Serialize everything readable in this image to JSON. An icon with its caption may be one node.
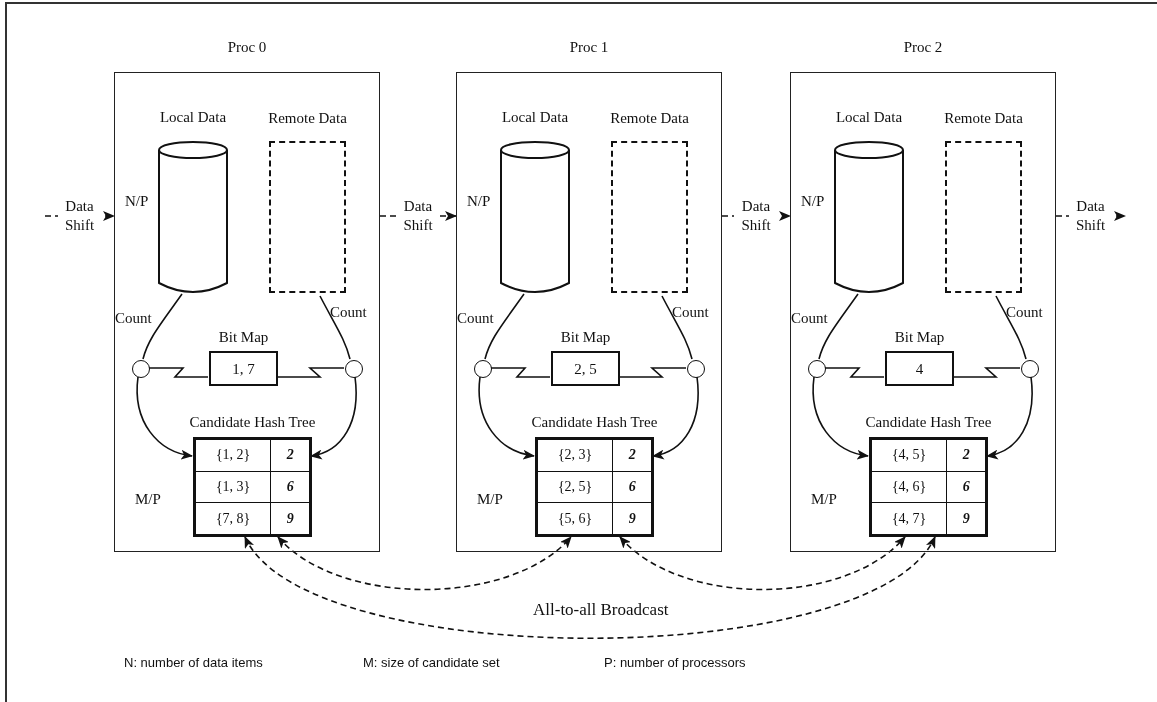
{
  "diagram": {
    "nodes": [
      {
        "text": [
          "Proc 0"
        ]
      },
      {
        "text": [
          "Local Data"
        ],
        "in": 0,
        "beside": [
          "N/P"
        ]
      },
      {
        "text": [
          "Remote Data"
        ],
        "in": 0
      },
      {
        "text": [],
        "shape": "circle",
        "in": 0
      },
      {
        "text": [
          "Bit Map",
          "1, 7"
        ],
        "in": 0
      },
      {
        "text": [],
        "shape": "circle",
        "in": 0
      },
      {
        "text": [
          "Candidate Hash Tree",
          "{1, 2}",
          "2",
          "{1, 3}",
          "6",
          "{7, 8}",
          "9"
        ],
        "in": 0,
        "beside": [
          "M/P"
        ]
      },
      {
        "text": [
          "Proc 1"
        ]
      },
      {
        "text": [
          "Local Data"
        ],
        "in": 7,
        "beside": [
          "N/P"
        ]
      },
      {
        "text": [
          "Remote Data"
        ],
        "in": 7
      },
      {
        "text": [],
        "shape": "circle",
        "in": 7
      },
      {
        "text": [
          "Bit Map",
          "2, 5"
        ],
        "in": 7
      },
      {
        "text": [],
        "shape": "circle",
        "in": 7
      },
      {
        "text": [
          "Candidate Hash Tree",
          "{2, 3}",
          "2",
          "{2, 5}",
          "6",
          "{5, 6}",
          "9"
        ],
        "in": 7,
        "beside": [
          "M/P"
        ]
      },
      {
        "text": [
          "Proc 2"
        ]
      },
      {
        "text": [
          "Local Data"
        ],
        "in": 14,
        "beside": [
          "N/P"
        ]
      },
      {
        "text": [
          "Remote Data"
        ],
        "in": 14
      },
      {
        "text": [],
        "shape": "circle",
        "in": 14
      },
      {
        "text": [
          "Bit Map",
          "4"
        ],
        "in": 14
      },
      {
        "text": [],
        "shape": "circle",
        "in": 14
      },
      {
        "text": [
          "Candidate Hash Tree",
          "{4, 5}",
          "2",
          "{4, 6}",
          "6",
          "{4, 7}",
          "9"
        ],
        "in": 14,
        "beside": [
          "M/P"
        ]
      }
    ],
    "edges": [
      {
        "from": null,
        "to": 0,
        "arrow": "to",
        "label": "Data Shift",
        "style": "dashed"
      },
      {
        "from": 0,
        "to": 7,
        "arrow": "to",
        "label": "Data Shift",
        "style": "dashed"
      },
      {
        "from": 7,
        "to": 14,
        "arrow": "to",
        "label": "Data Shift",
        "style": "dashed"
      },
      {
        "from": 14,
        "to": null,
        "arrow": "to",
        "label": "Data Shift",
        "style": "dashed"
      },
      {
        "from": 1,
        "to": 3,
        "arrow": "none",
        "label": "Count"
      },
      {
        "from": 3,
        "to": 6,
        "arrow": "to"
      },
      {
        "from": 2,
        "to": 5,
        "arrow": "none",
        "label": "Count"
      },
      {
        "from": 5,
        "to": 6,
        "arrow": "to"
      },
      {
        "from": 3,
        "to": 4,
        "arrow": "none"
      },
      {
        "from": 5,
        "to": 4,
        "arrow": "none"
      },
      {
        "from": 8,
        "to": 10,
        "arrow": "none",
        "label": "Count"
      },
      {
        "from": 10,
        "to": 13,
        "arrow": "to"
      },
      {
        "from": 9,
        "to": 12,
        "arrow": "none",
        "label": "Count"
      },
      {
        "from": 12,
        "to": 13,
        "arrow": "to"
      },
      {
        "from": 10,
        "to": 11,
        "arrow": "none"
      },
      {
        "from": 12,
        "to": 11,
        "arrow": "none"
      },
      {
        "from": 15,
        "to": 17,
        "arrow": "none",
        "label": "Count"
      },
      {
        "from": 17,
        "to": 20,
        "arrow": "to"
      },
      {
        "from": 16,
        "to": 19,
        "arrow": "none",
        "label": "Count"
      },
      {
        "from": 19,
        "to": 20,
        "arrow": "to"
      },
      {
        "from": 17,
        "to": 18,
        "arrow": "none"
      },
      {
        "from": 19,
        "to": 18,
        "arrow": "none"
      },
      {
        "from": 6,
        "to": 13,
        "arrow": "both",
        "style": "dashed"
      },
      {
        "from": 13,
        "to": 20,
        "arrow": "both",
        "style": "dashed"
      },
      {
        "from": 6,
        "to": 20,
        "arrow": "both",
        "style": "dashed"
      }
    ],
    "labels": [
      "All-to-all Broadcast",
      "N: number of data items",
      "M: size of candidate set",
      "P: number of processors"
    ]
  }
}
